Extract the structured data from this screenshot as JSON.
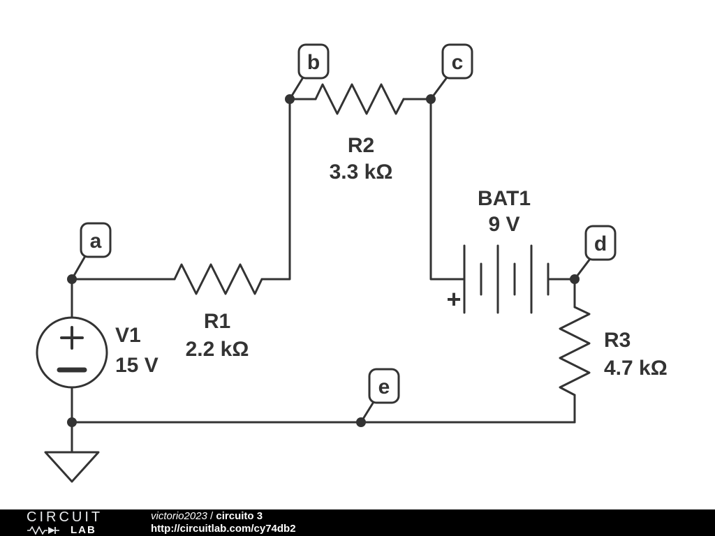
{
  "colors": {
    "stroke": "#333333",
    "background": "#ffffff",
    "footer_bg": "#000000",
    "footer_fg": "#ffffff"
  },
  "components": {
    "v1": {
      "ref": "V1",
      "value": "15 V"
    },
    "r1": {
      "ref": "R1",
      "value": "2.2 kΩ"
    },
    "r2": {
      "ref": "R2",
      "value": "3.3 kΩ"
    },
    "r3": {
      "ref": "R3",
      "value": "4.7 kΩ"
    },
    "bat1": {
      "ref": "BAT1",
      "value": "9 V",
      "polarity": "+"
    }
  },
  "nodes": {
    "a": "a",
    "b": "b",
    "c": "c",
    "d": "d",
    "e": "e"
  },
  "footer": {
    "logo_top": "CIRCUIT",
    "logo_bottom": "LAB",
    "author": "victorio2023",
    "separator": " / ",
    "circuit_title": "circuito 3",
    "url": "http://circuitlab.com/cy74db2"
  }
}
